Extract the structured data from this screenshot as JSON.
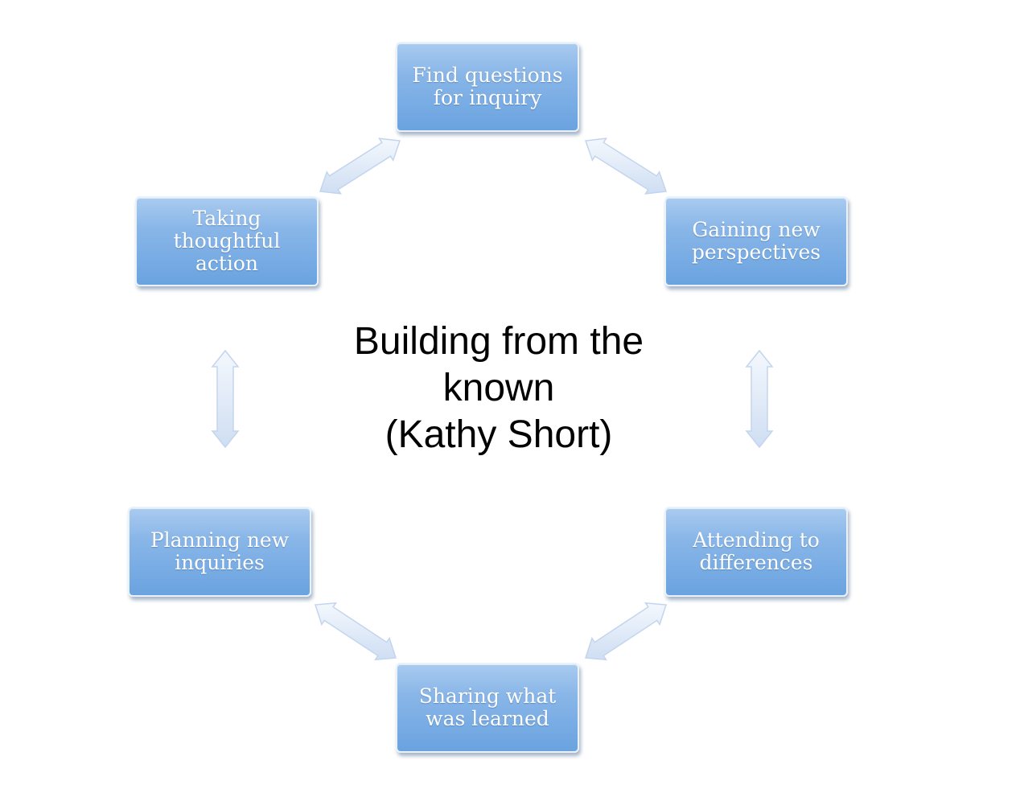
{
  "diagram": {
    "title_lines": [
      "Building from the",
      "known",
      "(Kathy Short)"
    ],
    "nodes": {
      "top": "Find questions\nfor inquiry",
      "top_right": "Gaining new\nperspectives",
      "bottom_right": "Attending to\ndifferences",
      "bottom": "Sharing what\nwas learned",
      "bottom_left": "Planning new\ninquiries",
      "top_left": "Taking\nthoughtful action"
    },
    "colors": {
      "box_fill": "#7badE6",
      "arrow_fill": "#dfe9f7"
    }
  }
}
